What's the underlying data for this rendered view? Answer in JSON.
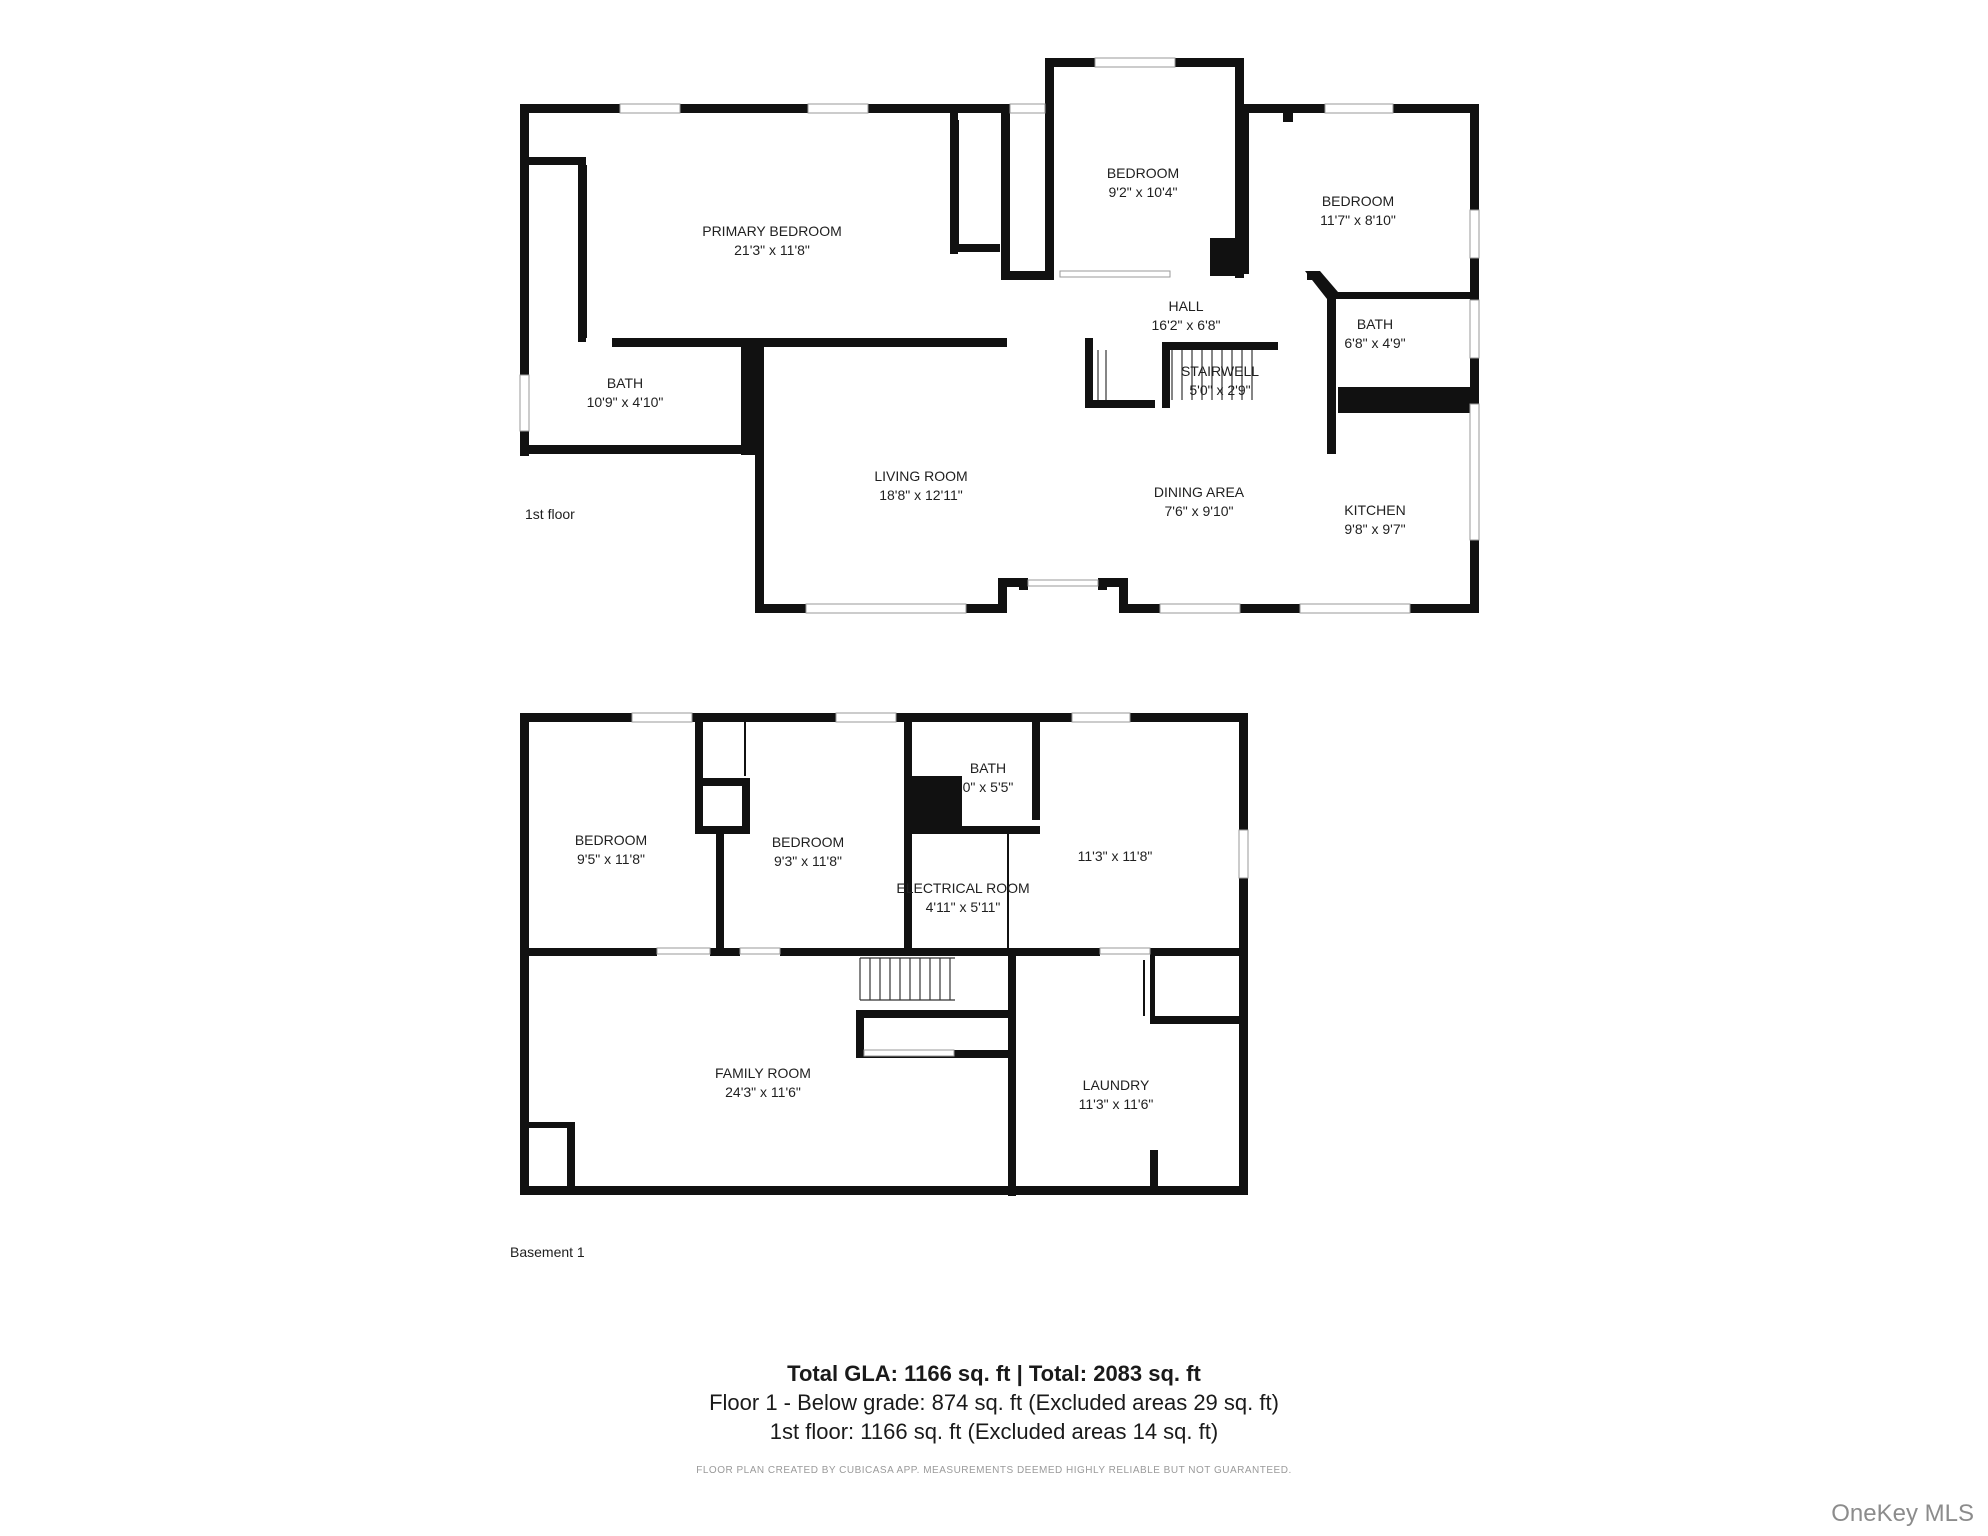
{
  "floors": [
    {
      "label": "1st floor",
      "rooms": [
        {
          "name": "PRIMARY BEDROOM",
          "dim": "21'3\" x 11'8\""
        },
        {
          "name": "BEDROOM",
          "dim": "9'2\" x 10'4\""
        },
        {
          "name": "BEDROOM",
          "dim": "11'7\" x 8'10\""
        },
        {
          "name": "HALL",
          "dim": "16'2\" x 6'8\""
        },
        {
          "name": "BATH",
          "dim": "6'8\" x 4'9\""
        },
        {
          "name": "STAIRWELL",
          "dim": "5'0\" x 2'9\""
        },
        {
          "name": "BATH",
          "dim": "10'9\" x 4'10\""
        },
        {
          "name": "LIVING ROOM",
          "dim": "18'8\" x 12'11\""
        },
        {
          "name": "DINING AREA",
          "dim": "7'6\" x 9'10\""
        },
        {
          "name": "KITCHEN",
          "dim": "9'8\" x 9'7\""
        }
      ]
    },
    {
      "label": "Basement 1",
      "rooms": [
        {
          "name": "BEDROOM",
          "dim": "9'5\" x 11'8\""
        },
        {
          "name": "BEDROOM",
          "dim": "9'3\" x 11'8\""
        },
        {
          "name": "BATH",
          "dim": "0\" x 5'5\""
        },
        {
          "name": "ELECTRICAL ROOM",
          "dim": "4'11\" x 5'11\""
        },
        {
          "name": "",
          "dim": "11'3\" x 11'8\""
        },
        {
          "name": "FAMILY ROOM",
          "dim": "24'3\" x 11'6\""
        },
        {
          "name": "LAUNDRY",
          "dim": "11'3\" x 11'6\""
        }
      ]
    }
  ],
  "summary": {
    "total": "Total GLA: 1166 sq. ft | Total: 2083 sq. ft",
    "floor1": "Floor 1 - Below grade: 874 sq. ft (Excluded areas 29 sq. ft)",
    "floor2": "1st floor: 1166 sq. ft (Excluded areas 14 sq. ft)",
    "disclaimer": "FLOOR PLAN CREATED BY CUBICASA APP. MEASUREMENTS DEEMED HIGHLY RELIABLE BUT NOT GUARANTEED."
  },
  "watermark": "OneKey MLS"
}
